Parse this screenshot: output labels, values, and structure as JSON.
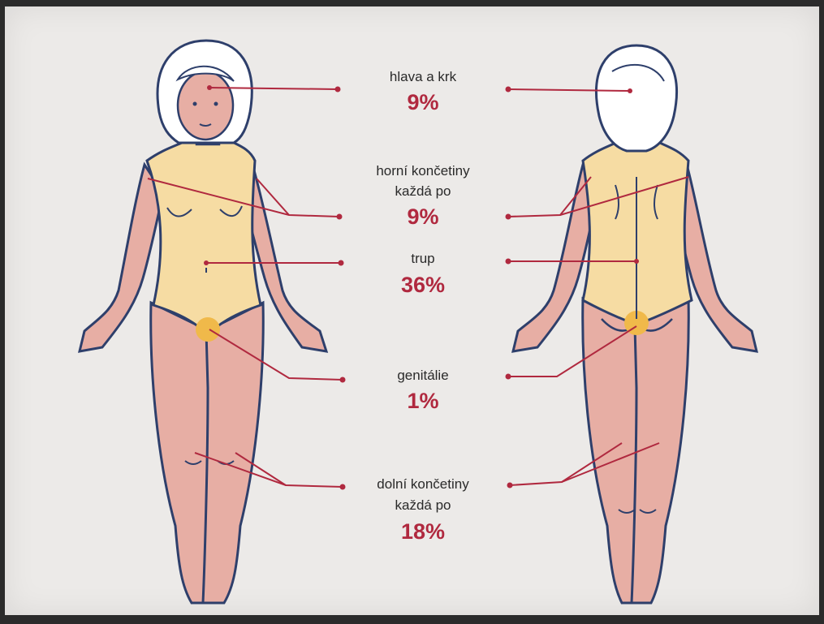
{
  "colors": {
    "pointer": "#b0293f",
    "percent": "#b0293f",
    "torso_fill": "#f6dca3",
    "limb_fill": "#e7aea4",
    "genital_marker": "#f0b94a",
    "outline": "#2e3f6b",
    "hair": "#ffffff"
  },
  "regions": [
    {
      "id": "head-neck",
      "lines": [
        "hlava a krk"
      ],
      "value": "9%"
    },
    {
      "id": "upper-limbs",
      "lines": [
        "horní končetiny",
        "každá po"
      ],
      "value": "9%"
    },
    {
      "id": "trunk",
      "lines": [
        "trup"
      ],
      "value": "36%"
    },
    {
      "id": "genitals",
      "lines": [
        "genitálie"
      ],
      "value": "1%"
    },
    {
      "id": "lower-limbs",
      "lines": [
        "dolní končetiny",
        "každá po"
      ],
      "value": "18%"
    }
  ]
}
